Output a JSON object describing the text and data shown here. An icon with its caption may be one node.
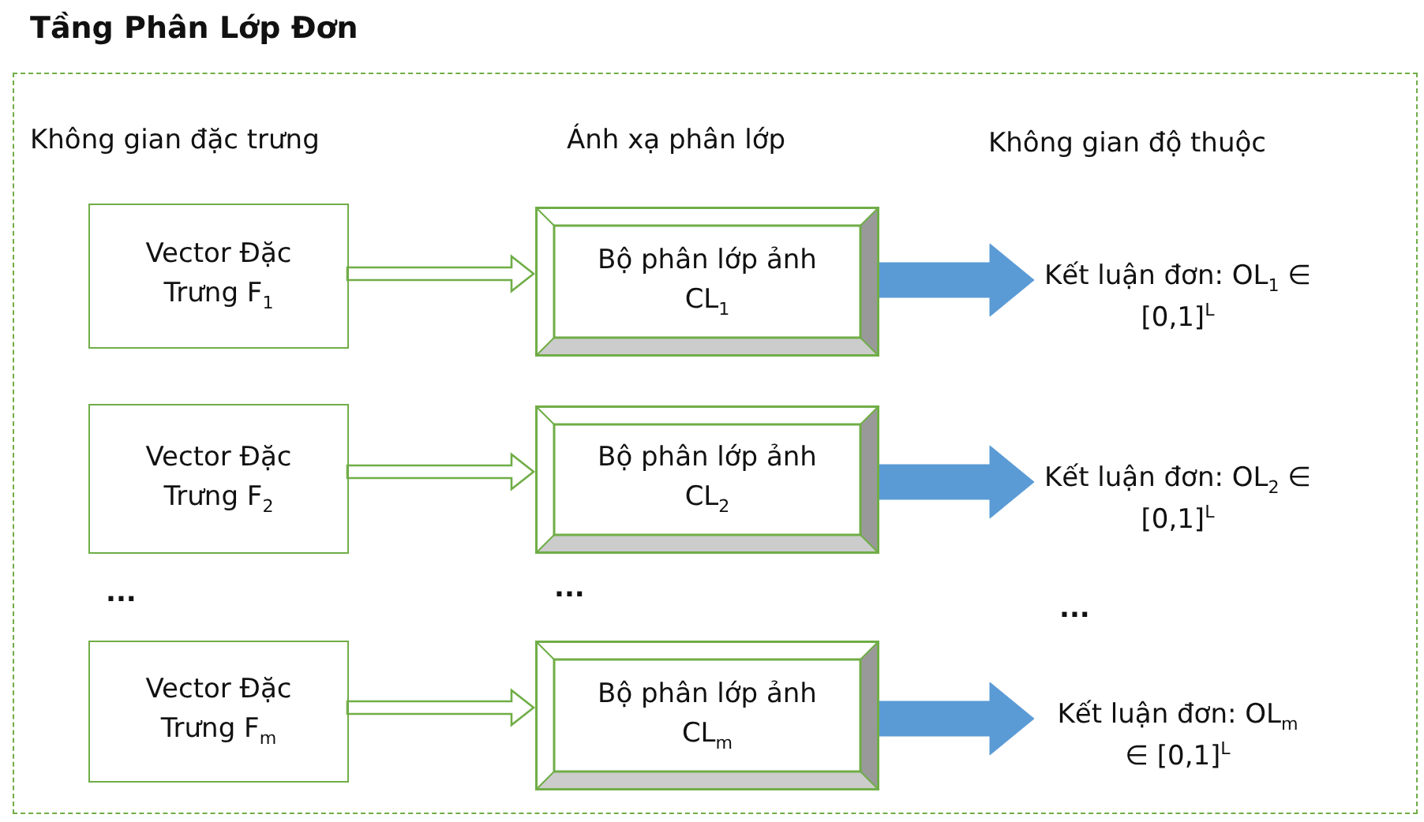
{
  "diagram": {
    "nodes": [
      {
        "text": [
          "Tầng Phân Lớp Đơn"
        ]
      },
      {
        "text": [
          "Vector Đặc Trưng F$_{1}$"
        ],
        "in": 0
      },
      {
        "text": [
          "Vector Đặc Trưng F$_{2}$"
        ],
        "in": 0
      },
      {
        "text": [
          "Vector Đặc Trưng F$_{m}$"
        ],
        "in": 0
      },
      {
        "text": [
          "Bộ phân lớp ảnh CL$_{1}$"
        ],
        "in": 0
      },
      {
        "text": [
          "Bộ phân lớp ảnh CL$_{2}$"
        ],
        "in": 0
      },
      {
        "text": [
          "Bộ phân lớp ảnh CL$_{m}$"
        ],
        "in": 0
      },
      {
        "text": [
          "Kết luận đơn: OL$_{1}$ ∈ [0,1]$^{L}$"
        ],
        "in": 0
      },
      {
        "text": [
          "Kết luận đơn: OL$_{2}$ ∈ [0,1]$^{L}$"
        ],
        "in": 0
      },
      {
        "text": [
          "Kết luận đơn: OL$_{m}$ ∈ [0,1]$^{L}$"
        ],
        "in": 0
      }
    ],
    "edges": [
      {
        "from": 1,
        "to": 4,
        "arrow": "to",
        "color": "#70ad47"
      },
      {
        "from": 2,
        "to": 5,
        "arrow": "to",
        "color": "#70ad47"
      },
      {
        "from": 3,
        "to": 6,
        "arrow": "to",
        "color": "#70ad47"
      },
      {
        "from": 4,
        "to": 7,
        "arrow": "to",
        "style": "thick",
        "color": "#5b9bd5"
      },
      {
        "from": 5,
        "to": 8,
        "arrow": "to",
        "style": "thick",
        "color": "#5b9bd5"
      },
      {
        "from": 6,
        "to": 9,
        "arrow": "to",
        "style": "thick",
        "color": "#5b9bd5"
      }
    ],
    "labels": [
      "Không gian đặc trưng",
      "Ánh xạ phân lớp",
      "Không gian độ thuộc",
      "...",
      "...",
      "..."
    ]
  }
}
